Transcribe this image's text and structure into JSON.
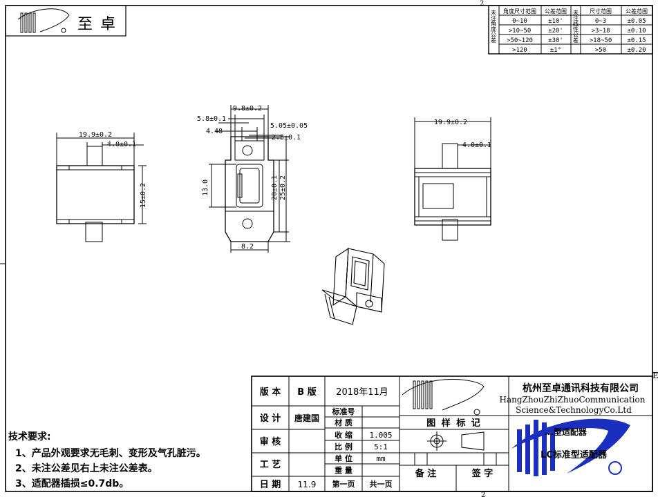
{
  "logo": {
    "brand_text": "至 卓"
  },
  "tolerance_table": {
    "angle_header": "未注角度公差",
    "linear_header": "未注线性公差",
    "col_range_angle": "角度尺寸范围",
    "col_tol_angle": "公差范围",
    "col_range_linear": "尺寸范围",
    "col_tol_linear": "公差范围",
    "rows": [
      {
        "a_range": "0~10",
        "a_tol": "±10'",
        "l_range": "0~3",
        "l_tol": "±0.05"
      },
      {
        "a_range": ">10~50",
        "a_tol": "±20'",
        "l_range": ">3~18",
        "l_tol": "±0.10"
      },
      {
        "a_range": ">50~120",
        "a_tol": "±30'",
        "l_range": ">18~50",
        "l_tol": "±0.15"
      },
      {
        "a_range": ">120",
        "a_tol": "±1°",
        "l_range": ">50",
        "l_tol": "±0.20"
      }
    ]
  },
  "dimensions": {
    "left_width": "19.9±0.2",
    "left_tab": "4.0±0.1",
    "left_height": "15±0.2",
    "mid_top": "9.8±0.2",
    "mid_a": "5.8±0.1",
    "mid_b": "5.05±0.05",
    "mid_c": "4.48",
    "mid_d": "2.5±0.1",
    "mid_e": "13.0",
    "mid_f": "20±0.1",
    "mid_g": "25±0.2",
    "mid_bottom": "8.2",
    "right_width": "19.9±0.2",
    "right_tab": "4.0±0.1"
  },
  "tech_notes": {
    "title": "技术要求:",
    "items": [
      "1、产品外观要求无毛刺、变形及气孔脏污。",
      "2、未注公差见右上未注公差表。",
      "3、适配器插损≤0.7db。"
    ]
  },
  "title_block": {
    "version_label": "版 本",
    "version_value": "B 版",
    "date_top": "2018年11月",
    "design_label": "设 计",
    "designer": "唐建国",
    "review_label": "审 核",
    "process_label": "工 艺",
    "date_label": "日 期",
    "date_value": "11.9",
    "std_no_label": "标准号",
    "material_label": "材 质",
    "shrink_label": "收 缩",
    "shrink_value": "1.005",
    "scale_label": "比 例",
    "scale_value": "5:1",
    "unit_label": "单 位",
    "unit_value": "mm",
    "weight_label": "重 量",
    "page_label": "第一页",
    "total_label": "共一页",
    "mark_label": "图 样 标 记",
    "note_label": "备 注",
    "sign_label": "签 字",
    "company_cn": "杭州至卓通讯科技有限公司",
    "company_en_1": "HangZhouZhiZhuoCommunication",
    "company_en_2": "Science&TechnologyCo.Ltd",
    "part_name": "LC标准型适配器",
    "part_name_top": "...型适配器"
  },
  "edge_marks": {
    "top": "2",
    "bottom": "2",
    "right": "E"
  }
}
